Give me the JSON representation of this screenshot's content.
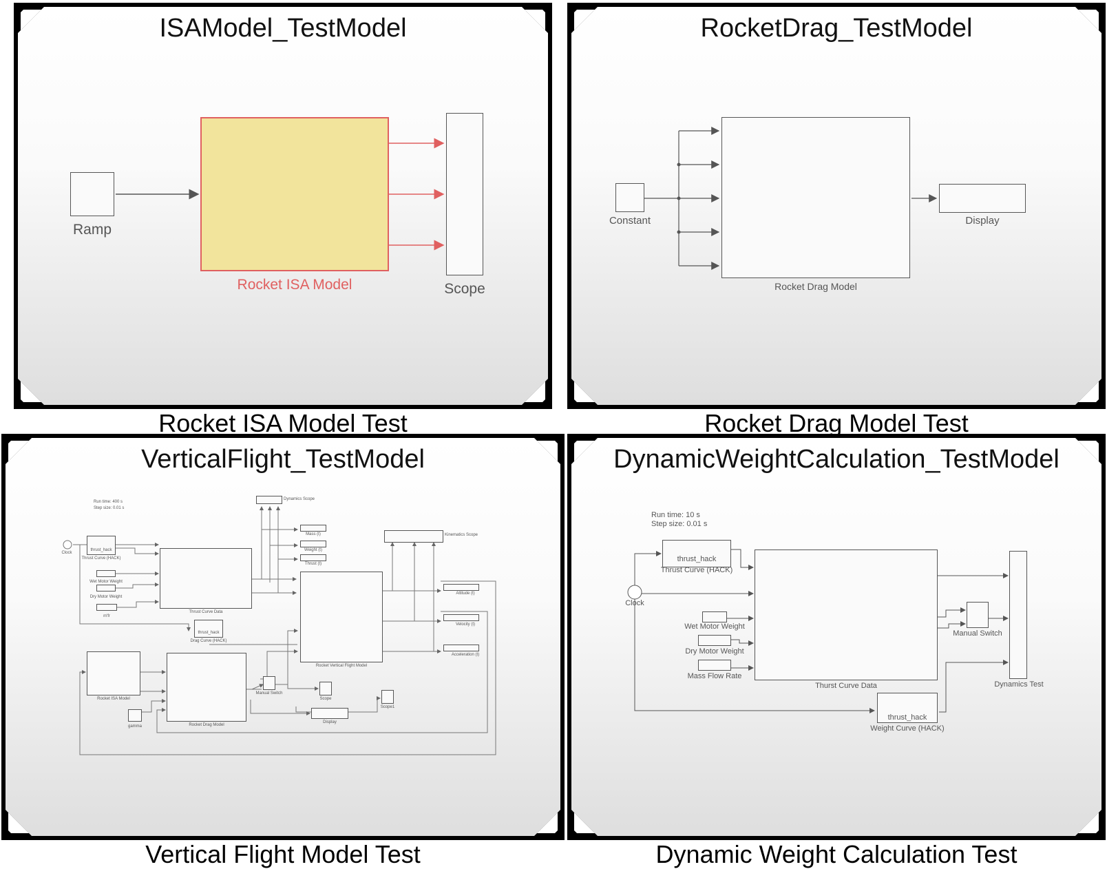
{
  "panels": {
    "isa": {
      "title": "ISAModel_TestModel",
      "caption": "Rocket  ISA Model Test",
      "blocks": {
        "ramp": "Ramp",
        "model": "Rocket ISA Model",
        "scope": "Scope"
      }
    },
    "drag": {
      "title": "RocketDrag_TestModel",
      "caption": "Rocket  Drag Model Test",
      "blocks": {
        "constant": "Constant",
        "model": "Rocket Drag Model",
        "display": "Display"
      }
    },
    "vflight": {
      "title": "VerticalFlight_TestModel",
      "caption": "Vertical Flight Model Test",
      "run_time": "Run time: 400 s",
      "step_size": "Step size: 0.01 s",
      "blocks": {
        "clock": "Clock",
        "thrust_curve": "Thrust Curve (HACK)",
        "thrust_hack": "thrust_hack",
        "wet_motor": "Wet Motor Weight",
        "dry_motor": "Dry Motor Weight",
        "mfr": "m'fr",
        "thrust_curve_data": "Thrust Curve Data",
        "drag_curve": "Drag Curve (HACK)",
        "dynamics_scope": "Dynamics Scope",
        "mass": "Mass (t)",
        "weight": "Weight (t)",
        "thrust": "Thrust (t)",
        "kinematics_scope": "Kinematics Scope",
        "altitude": "Altitude (t)",
        "velocity": "Velocity (t)",
        "acceleration": "Acceleration (t)",
        "vertical_flight": "Rocket Vertical Flight Model",
        "isa_model": "Rocket ISA Model",
        "drag_model": "Rocket Drag Model",
        "gamma": "gamma",
        "manual_switch": "Manual Switch",
        "scope": "Scope",
        "scope1": "Scope1",
        "display": "Display"
      }
    },
    "dyn": {
      "title": "DynamicWeightCalculation_TestModel",
      "caption": "Dynamic Weight Calculation Test",
      "run_time": "Run time: 10 s",
      "step_size": "Step size: 0.01 s",
      "blocks": {
        "thrust_hack": "thrust_hack",
        "thrust_curve": "Thrust Curve (HACK)",
        "clock": "Clock",
        "wet_motor": "Wet Motor Weight",
        "dry_motor": "Dry Motor Weight",
        "mass_flow": "Mass Flow Rate",
        "thrust_curve_data": "Thurst Curve Data",
        "manual_switch": "Manual Switch",
        "dynamics_test": "Dynamics Test",
        "weight_hack": "thrust_hack",
        "weight_curve": "Weight Curve (HACK)"
      }
    }
  },
  "colors": {
    "frame": "#000000",
    "line": "#555555",
    "signal_red": "#e06060",
    "block_yellow": "#f2e49c"
  }
}
